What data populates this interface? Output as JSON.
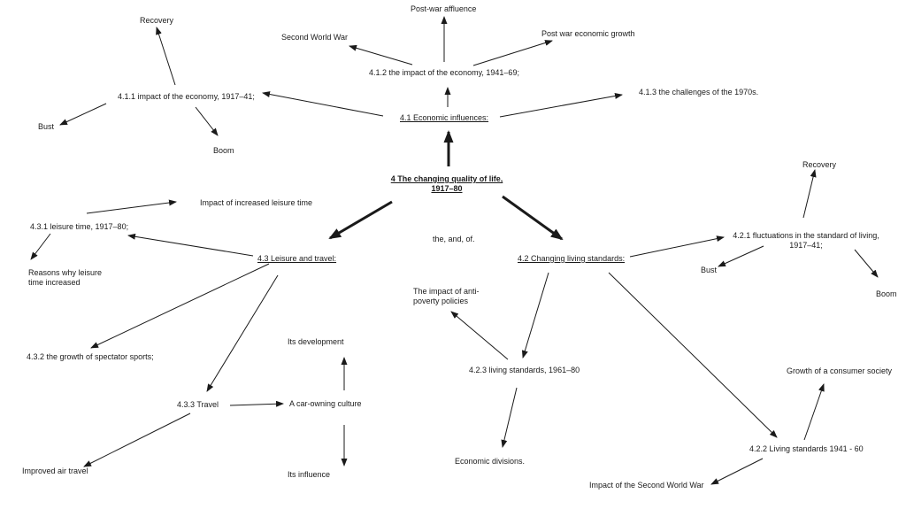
{
  "central": {
    "line1": "4 The changing quality of life,",
    "line2": "1917–80"
  },
  "note": "the, and, of.",
  "economic": {
    "main": "4.1 Economic influences:",
    "s411": "4.1.1 impact of the economy, 1917–41;",
    "s411_recovery": "Recovery",
    "s411_bust": "Bust",
    "s411_boom": "Boom",
    "s412": "4.1.2 the impact of the economy, 1941–69;",
    "s412_affluence": "Post-war affluence",
    "s412_ww2": "Second World War",
    "s412_growth": "Post war economic growth",
    "s413": "4.1.3 the challenges of the 1970s."
  },
  "living": {
    "main": "4.2  Changing living standards:",
    "s421_line1": "4.2.1 fluctuations in the standard of living,",
    "s421_line2": "1917–41;",
    "s421_recovery": "Recovery",
    "s421_bust": "Bust",
    "s421_boom": "Boom",
    "s422": "4.2.2 Living standards 1941 - 60",
    "s422_consumer": "Growth of a consumer society",
    "s422_ww2": "Impact of the Second World War",
    "s423": "4.2.3 living standards, 1961–80",
    "s423_policies_line1": "The impact of anti-",
    "s423_policies_line2": "poverty policies",
    "s423_divisions": "Economic divisions."
  },
  "leisure": {
    "main": "4.3 Leisure and travel:",
    "s431": "4.3.1 leisure time, 1917–80;",
    "s431_impact": "Impact of increased leisure time",
    "s431_reasons_line1": "Reasons why leisure",
    "s431_reasons_line2": "time increased",
    "s432": "4.3.2 the growth of spectator sports;",
    "s433": "4.3.3 Travel",
    "s433_air": "Improved air travel",
    "s433_car": "A car-owning culture",
    "s433_car_dev": "Its development",
    "s433_car_influence": "Its influence"
  }
}
